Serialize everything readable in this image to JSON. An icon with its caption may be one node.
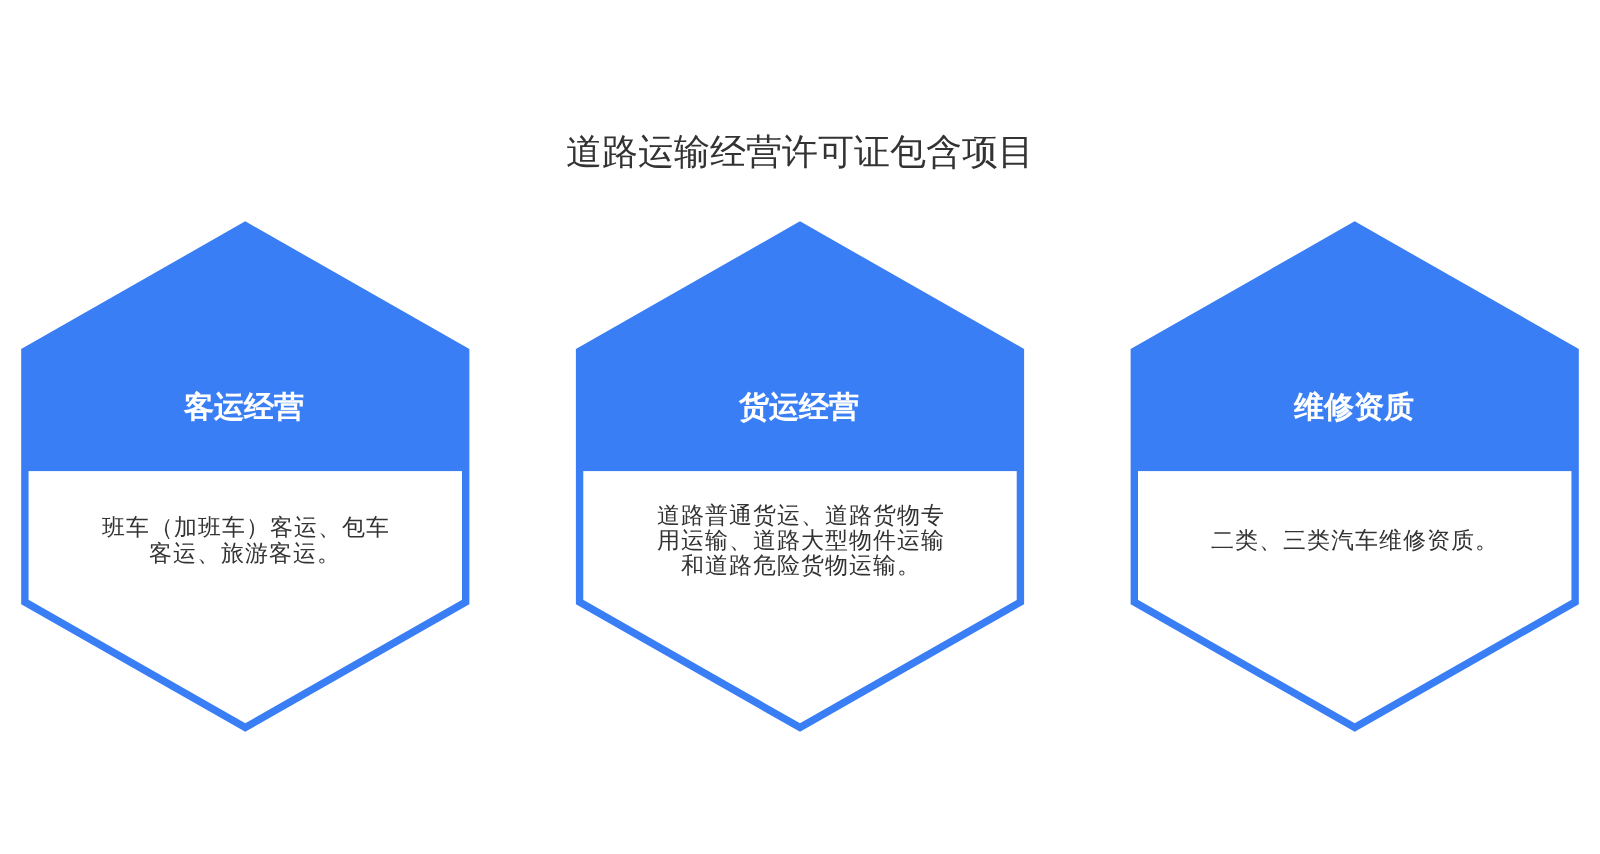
{
  "diagram": {
    "title": "道路运输经营许可证包含项目",
    "nodes": [
      {
        "text": [
          "客运经营",
          "班车（加班车）客运、包车客运、旅游客运。"
        ]
      },
      {
        "text": [
          "货运经营",
          "道路普通货运、道路货物专用运输、道路大型物件运输和道路危险货物运输。"
        ]
      },
      {
        "text": [
          "维修资质",
          "二类、三类汽车维修资质。"
        ]
      }
    ]
  }
}
